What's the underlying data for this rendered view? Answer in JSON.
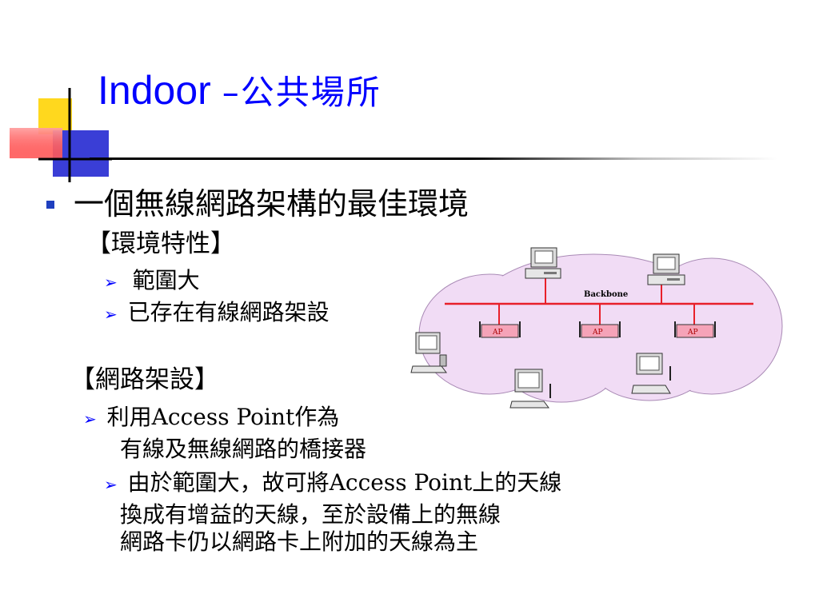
{
  "title": {
    "en": "Indoor",
    "zh": "–公共場所"
  },
  "bullet1": "一個無線網路架構的最佳環境",
  "section1": {
    "heading": "【環境特性】",
    "items": [
      "範圍大",
      "已存在有線網路架設"
    ]
  },
  "section2": {
    "heading": "【網路架設】",
    "item1": {
      "line1": "利用Access Point作為",
      "line2": "有線及無線網路的橋接器"
    },
    "item2": {
      "line1": "由於範圍大，故可將Access Point上的天線",
      "line2": "換成有增益的天線，至於設備上的無線",
      "line3": "網路卡仍以網路卡上附加的天線為主"
    }
  },
  "diagram": {
    "backbone_label": "Backbone",
    "ap_label": "AP"
  },
  "icons": {
    "bullet": "square-bullet-icon",
    "sub_bullet": "arrow-bullet-icon"
  },
  "colors": {
    "title": "#0000ff",
    "cloud": "#f1dcf5",
    "backbone": "#e8202a"
  }
}
